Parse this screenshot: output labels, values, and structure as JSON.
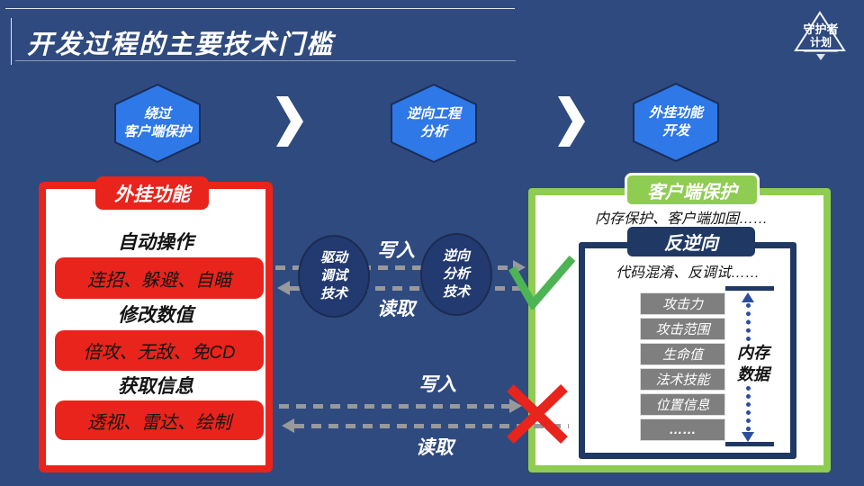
{
  "slide": {
    "title": "开发过程的主要技术门槛"
  },
  "logo": {
    "line1": "守护者",
    "line2": "计划"
  },
  "process": {
    "steps": [
      {
        "lines": [
          "绕过",
          "客户端保护"
        ]
      },
      {
        "lines": [
          "逆向工程",
          "分析"
        ]
      },
      {
        "lines": [
          "外挂功能",
          "开发"
        ]
      }
    ]
  },
  "cheat_panel": {
    "header": "外挂功能",
    "groups": [
      {
        "title": "自动操作",
        "items": "连招、躲避、自瞄"
      },
      {
        "title": "修改数值",
        "items": "倍攻、无敌、免CD"
      },
      {
        "title": "获取信息",
        "items": "透视、雷达、绘制"
      }
    ]
  },
  "middle": {
    "circles": [
      {
        "lines": [
          "驱动",
          "调试",
          "技术"
        ]
      },
      {
        "lines": [
          "逆向",
          "分析",
          "技术"
        ]
      }
    ],
    "top_write": "写入",
    "top_read": "读取",
    "bottom_write": "写入",
    "bottom_read": "读取"
  },
  "protection_panel": {
    "header": "客户端保护",
    "subtitle": "内存保护、客户端加固……",
    "anti_reverse": {
      "header": "反逆向",
      "subtitle": "代码混淆、反调试……",
      "memory_items": [
        "攻击力",
        "攻击范围",
        "生命值",
        "法术技能",
        "位置信息",
        "……"
      ],
      "bracket_label": [
        "内存",
        "数据"
      ]
    }
  },
  "colors": {
    "background": "#2F4A7F",
    "hexagon_blue": "#2E78E8",
    "red": "#E8241C",
    "green": "#8FCC52",
    "check_green": "#4CB454",
    "navy": "#1F3864",
    "circle_navy": "#233A70",
    "dotted_blue": "#2A4F9C",
    "gray_box": "#7F7F7F",
    "dash_gray": "#97999B"
  }
}
